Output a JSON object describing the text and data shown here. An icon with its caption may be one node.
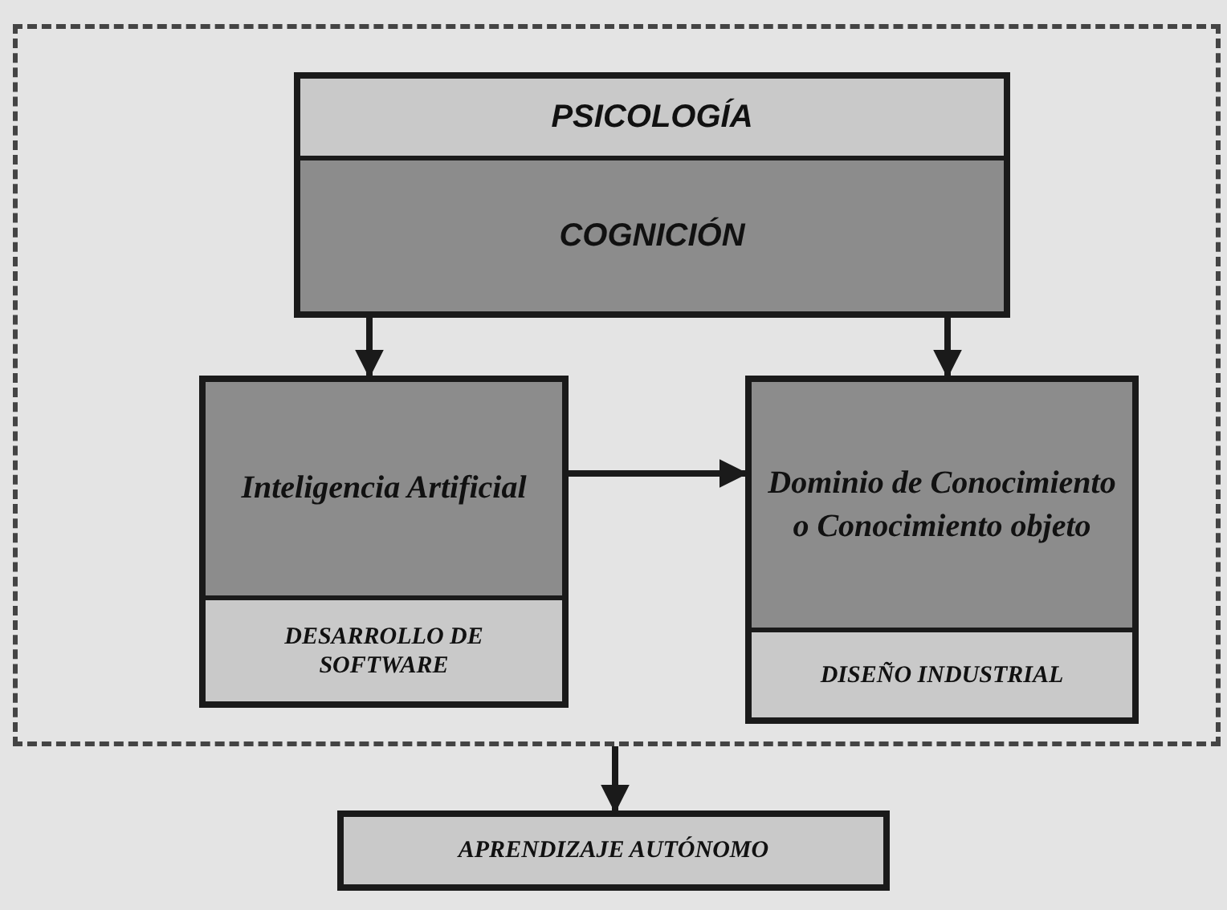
{
  "diagram": {
    "nodes": [
      {
        "text": [],
        "shape": "box"
      },
      {
        "text": [
          "PSICOLOGÍA",
          "COGNICIÓN"
        ],
        "in": 0
      },
      {
        "text": [
          "Inteligencia Artificial",
          "DESARROLLO DE SOFTWARE"
        ],
        "in": 0
      },
      {
        "text": [
          "Dominio de Conocimiento o Conocimiento objeto",
          "DISEÑO INDUSTRIAL"
        ],
        "in": 0
      },
      {
        "text": [
          "APRENDIZAJE AUTÓNOMO"
        ]
      }
    ],
    "edges": [
      {
        "from": 1,
        "to": 2,
        "arrow": "to"
      },
      {
        "from": 1,
        "to": 3,
        "arrow": "to"
      },
      {
        "from": 2,
        "to": 3,
        "arrow": "to"
      },
      {
        "from": 0,
        "to": 4,
        "arrow": "to"
      }
    ]
  }
}
